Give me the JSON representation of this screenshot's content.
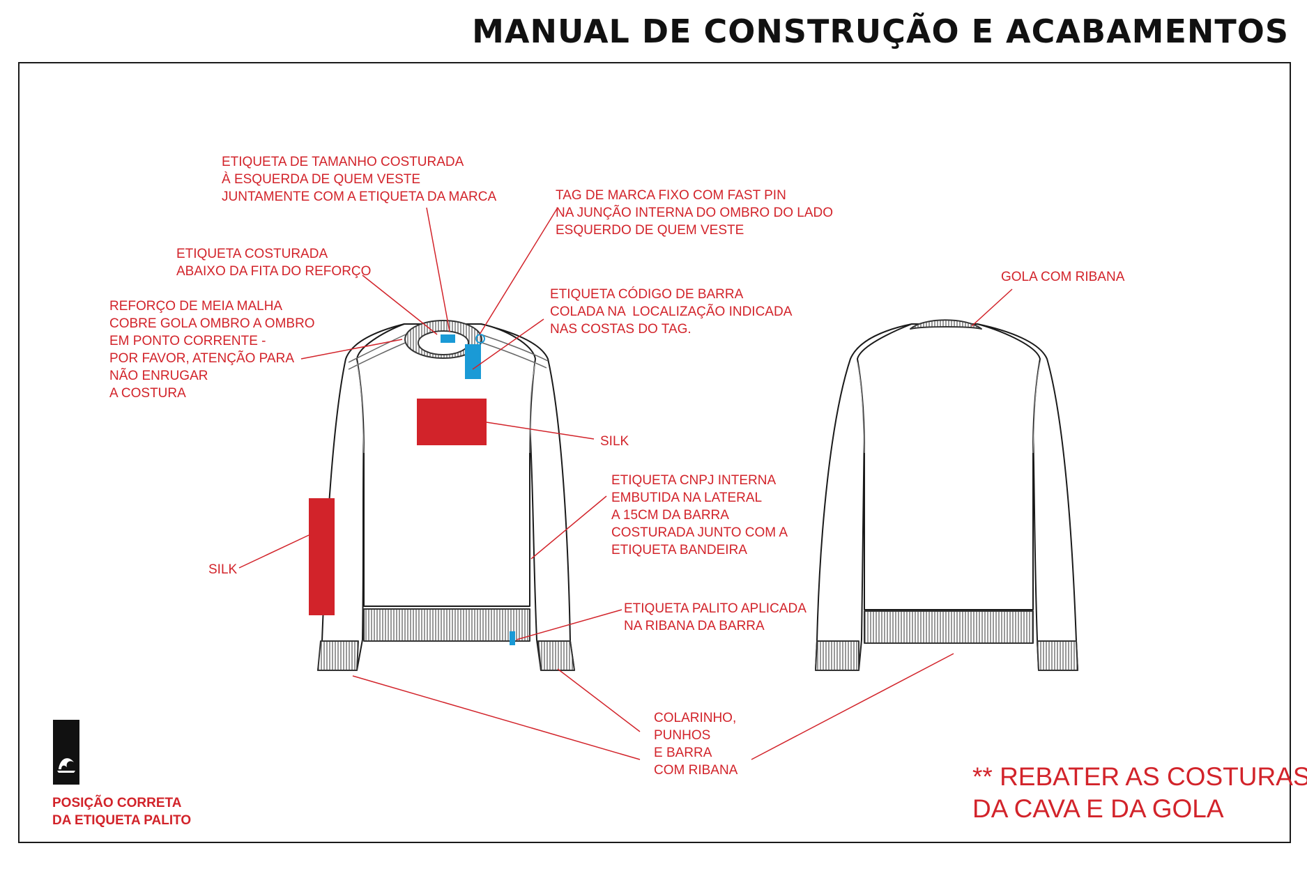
{
  "title": "MANUAL DE CONSTRUÇÃO E ACABAMENTOS",
  "colors": {
    "annotation": "#d2232a",
    "silk": "#d2232a",
    "label_tag": "#1a9ad6",
    "outline": "#1a1a1a",
    "rib": "#6b6b6b"
  },
  "annotations": {
    "size_label": "ETIQUETA DE TAMANHO COSTURADA\nÀ ESQUERDA DE QUEM VESTE\nJUNTAMENTE COM A ETIQUETA DA MARCA",
    "brand_tag": "TAG DE MARCA FIXO COM FAST PIN\nNA JUNÇÃO INTERNA DO OMBRO DO LADO\nESQUERDO DE QUEM VESTE",
    "sewn_label": "ETIQUETA COSTURADA\nABAIXO DA FITA DO REFORÇO",
    "reinforcement": "REFORÇO DE MEIA MALHA\nCOBRE GOLA OMBRO A OMBRO\nEM PONTO CORRENTE -\nPOR FAVOR, ATENÇÃO PARA\nNÃO ENRUGAR\nA COSTURA",
    "barcode": "ETIQUETA CÓDIGO DE BARRA\nCOLADA NA  LOCALIZAÇÃO INDICADA\nNAS COSTAS DO TAG.",
    "silk_chest": "SILK",
    "silk_sleeve": "SILK",
    "cnpj": "ETIQUETA CNPJ INTERNA\nEMBUTIDA NA LATERAL\nA 15CM DA BARRA\nCOSTURADA JUNTO COM A\nETIQUETA BANDEIRA",
    "palito": "ETIQUETA PALITO APLICADA\nNA RIBANA DA BARRA",
    "ribbing": "COLARINHO,\nPUNHOS\nE BARRA\nCOM RIBANA",
    "back_collar": "GOLA COM RIBANA"
  },
  "note": "** REBATER AS COSTURAS\nDA CAVA E DA GOLA",
  "tag_caption": "POSIÇÃO CORRETA\nDA ETIQUETA PALITO",
  "icons": [
    "quiksilver-logo-icon"
  ]
}
